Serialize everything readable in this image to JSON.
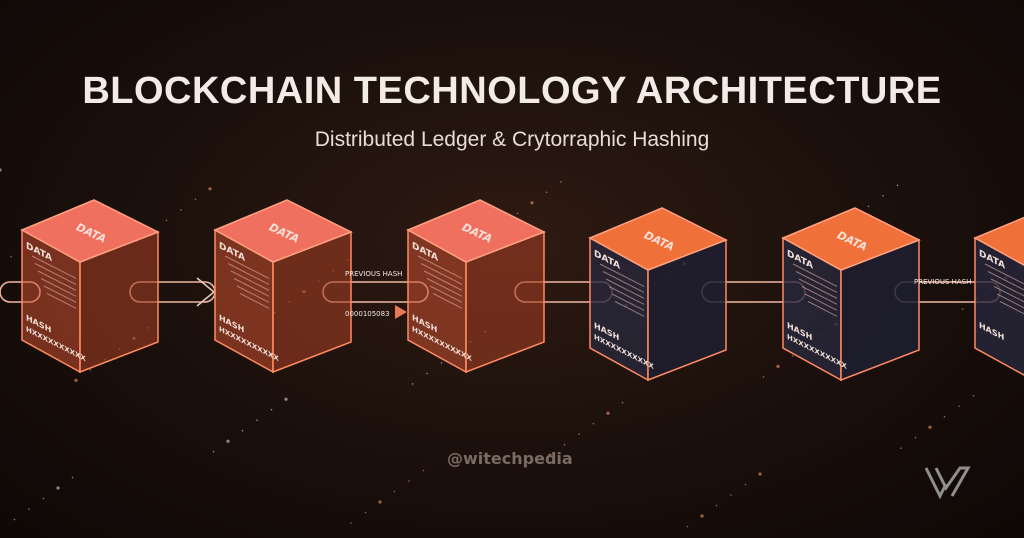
{
  "header": {
    "title": "BLOCKCHAIN TECHNOLOGY ARCHITECTURE",
    "subtitle": "Distributed Ledger & Crytorraphic Hashing"
  },
  "blocks": [
    {
      "top_label": "DATA",
      "data_label": "DATA",
      "hash_label": "HASH",
      "hash_value": "HXXXXXXXXXX",
      "style": "glow"
    },
    {
      "top_label": "DATA",
      "data_label": "DATA",
      "hash_label": "HASH",
      "hash_value": "HXXXXXXXXXX",
      "style": "glow"
    },
    {
      "top_label": "DATA",
      "data_label": "DATA",
      "hash_label": "HASH",
      "hash_value": "HXXXXXXXXXX",
      "style": "glow"
    },
    {
      "top_label": "DATA",
      "data_label": "DATA",
      "hash_label": "HASH",
      "hash_value": "HXXXXXXXXXX",
      "style": "dark"
    },
    {
      "top_label": "DATA",
      "data_label": "DATA",
      "hash_label": "HASH",
      "hash_value": "HXXXXXXXXXX",
      "style": "dark"
    },
    {
      "top_label": "",
      "data_label": "DATA",
      "hash_label": "HASH",
      "hash_value": "",
      "style": "dark"
    }
  ],
  "links": [
    {
      "label_top": "PREVIOUS HASH",
      "label_bottom": "0000105083"
    },
    {
      "label_top": "PREVIOUS HASH"
    }
  ],
  "watermark": "@witechpedia",
  "colors": {
    "accent": "#ff6a3d",
    "glow_face": "#f26a5a",
    "dark_face": "#2a2a3a",
    "edge": "#ff8a60"
  }
}
